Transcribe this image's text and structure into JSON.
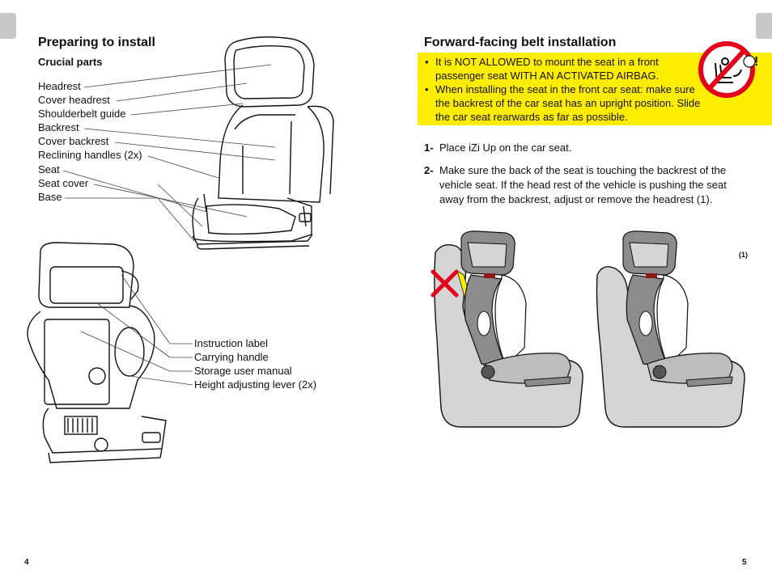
{
  "left_page": {
    "title": "Preparing to install",
    "subtitle": "Crucial parts",
    "parts_top": [
      "Headrest",
      "Cover headrest",
      "Shoulderbelt guide",
      "Backrest",
      "Cover backrest",
      "Reclining handles (2x)",
      "Seat",
      "Seat cover",
      "Base"
    ],
    "parts_bottom": [
      "Instruction label",
      "Carrying handle",
      "Storage user manual",
      "Height adjusting lever (2x)"
    ],
    "page_number": "4"
  },
  "right_page": {
    "title": "Forward-facing belt installation",
    "warnings": [
      "It is NOT ALLOWED to mount the seat in a front passenger seat WITH AN ACTIVATED AIRBAG.",
      "When installing the seat  in the front car seat: make sure the backrest of the car seat has an upright position. Slide the car seat rearwards as far as possible."
    ],
    "exclamation": "!",
    "steps": [
      {
        "num": "1-",
        "text": "Place iZi Up on the car seat."
      },
      {
        "num": "2-",
        "text": "Make sure the back of the seat is touching the backrest of the vehicle seat. If the head rest of the vehicle is pushing the seat away from the backrest, adjust or remove the headrest (1)."
      }
    ],
    "figure_ref": "(1)",
    "page_number": "5"
  },
  "colors": {
    "warning_bg": "#ffed00",
    "prohibit_red": "#e2001a",
    "cross_red": "#e2001a",
    "tab_gray": "#c8c8c8",
    "seat_gray": "#d2d2d2",
    "shell_gray": "#8c8c8c"
  },
  "icons": [
    "no-airbag-icon",
    "cross-icon"
  ]
}
